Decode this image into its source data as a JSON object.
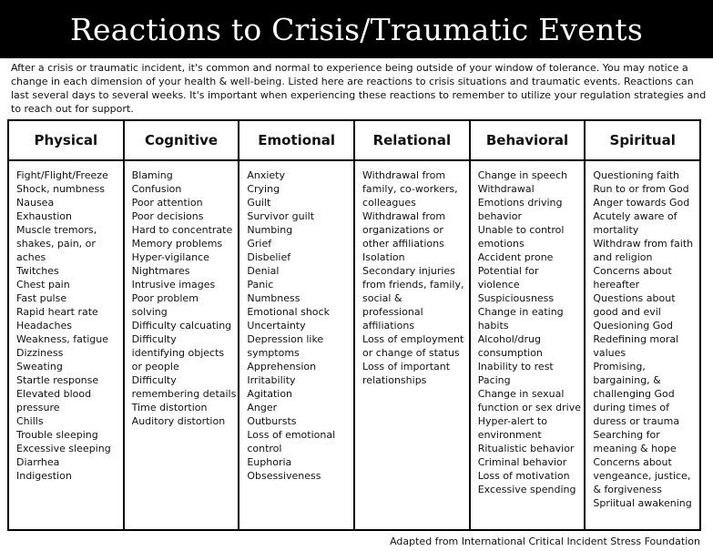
{
  "title": "Reactions to Crisis/Traumatic Events",
  "intro_lines": [
    "After a crisis or traumatic incident, it's common and normal to experience being outside of your window of tolerance. You may notice a change",
    "in each dimension of your health & well-being. Listed here are reactions to crisis situations and traumatic events. Reactions can last several days",
    "to several weeks. It's important when experiencing these reactions to remember to utilize your regulation strategies and to reach out for",
    "support."
  ],
  "columns": [
    {
      "heading": "Physical",
      "items": [
        "Fight/Flight/Freeze",
        "Shock, numbness",
        "Nausea",
        "Exhaustion",
        "Muscle tremors,",
        "shakes, pain, or",
        "aches",
        "Twitches",
        "Chest pain",
        "Fast pulse",
        "Rapid heart rate",
        "Headaches",
        "Weakness, fatigue",
        "Dizziness",
        "Sweating",
        "Startle response",
        "Elevated blood",
        "pressure",
        "Chills",
        "Trouble sleeping",
        "Excessive sleeping",
        "Diarrhea",
        "Indigestion"
      ]
    },
    {
      "heading": "Cognitive",
      "items": [
        "Blaming",
        "Confusion",
        "Poor attention",
        "Poor decisions",
        "Hard to concentrate",
        "Memory problems",
        "Hyper-vigilance",
        "Nightmares",
        "Intrusive images",
        "Poor problem",
        "solving",
        "Difficulty calcuating",
        "Difficulty",
        "identifying objects",
        "or people",
        "Difficulty",
        "remembering details",
        "Time distortion",
        "Auditory distortion"
      ]
    },
    {
      "heading": "Emotional",
      "items": [
        "Anxiety",
        "Crying",
        "Guilt",
        "Survivor guilt",
        "Numbing",
        "Grief",
        "Disbelief",
        "Denial",
        "Panic",
        "Numbness",
        "Emotional shock",
        "Uncertainty",
        "Depression like",
        "symptoms",
        "Apprehension",
        "Irritability",
        "Agitation",
        "Anger",
        "Outbursts",
        "Loss of emotional",
        "control",
        "Euphoria",
        "Obsessiveness"
      ]
    },
    {
      "heading": "Relational",
      "items": [
        "Withdrawal from",
        "family, co-workers,",
        "colleagues",
        "Withdrawal from",
        "organizations or",
        "other affiliations",
        "Isolation",
        "Secondary injuries",
        "from friends, family,",
        "social &",
        "professional",
        "affiliations",
        "Loss of employment",
        "or change of status",
        "Loss of important",
        "relationships"
      ]
    },
    {
      "heading": "Behavioral",
      "items": [
        "Change in speech",
        "Withdrawal",
        "Emotions driving",
        "behavior",
        "Unable to control",
        "emotions",
        "Accident prone",
        "Potential for",
        "violence",
        "Suspiciousness",
        "Change in eating",
        "habits",
        "Alcohol/drug",
        "consumption",
        "Inability to rest",
        "Pacing",
        "Change in sexual",
        "function or sex drive",
        "Hyper-alert to",
        "environment",
        "Ritualistic behavior",
        "Criminal behavior",
        "Loss of motivation",
        "Excessive spending"
      ]
    },
    {
      "heading": "Spiritual",
      "items": [
        "Questioning faith",
        "Run to or from God",
        "Anger towards God",
        "Acutely aware of",
        "mortality",
        "Withdraw from faith",
        "and religion",
        "Concerns about",
        "hereafter",
        "Questions about",
        "good and evil",
        "Quesioning God",
        "Redefining moral",
        "values",
        "Promising,",
        "bargaining, &",
        "challenging God",
        "during times of",
        "duress or trauma",
        "Searching for",
        "meaning & hope",
        "Concerns about",
        "vengeance, justice,",
        "& forgiveness",
        "Spriitual awakening"
      ]
    }
  ],
  "footer": "Adapted from International Critical Incident Stress Foundation"
}
